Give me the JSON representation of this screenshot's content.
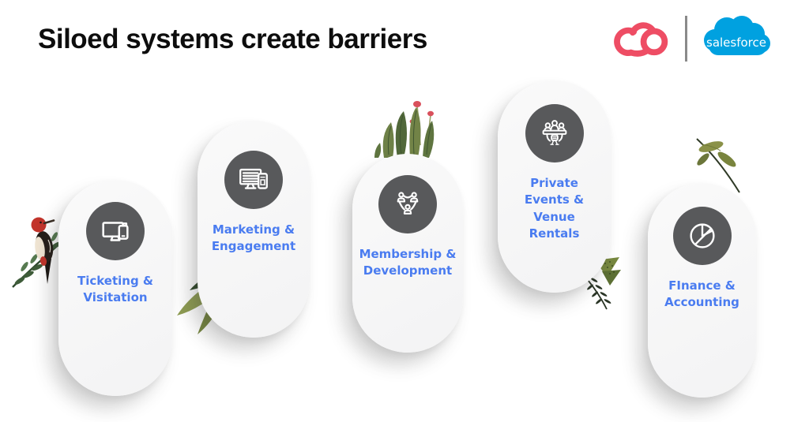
{
  "slide": {
    "title": "Siloed systems create barriers"
  },
  "logos": {
    "acme_cloud_icon": "pink-cloud-loop-logo",
    "acme_color": "#EE4D64",
    "salesforce_icon": "salesforce-cloud-logo",
    "salesforce_text": "salesforce",
    "salesforce_color": "#00A1E0"
  },
  "cards": [
    {
      "label": "Ticketing &\nVisitation",
      "icon": "monitor-and-phone-icon"
    },
    {
      "label": "Marketing &\nEngagement",
      "icon": "marketing-devices-icon"
    },
    {
      "label": "Membership &\nDevelopment",
      "icon": "people-network-icon"
    },
    {
      "label": "Private\nEvents &\nVenue\nRentals",
      "icon": "meeting-panel-icon"
    },
    {
      "label": "FInance &\nAccounting",
      "icon": "pie-chart-icon"
    }
  ],
  "decorations": [
    "woodpecker-on-branch-illustration",
    "olive-leaves-illustration",
    "potted-leaves-with-red-flowers-illustration",
    "fern-sprig-illustration",
    "olive-branch-illustration"
  ],
  "colors": {
    "accent_blue": "#4A7CF0",
    "icon_circle_gray": "#58595B",
    "card_background": "#F5F5F6",
    "title_black": "#0D0D0D"
  }
}
